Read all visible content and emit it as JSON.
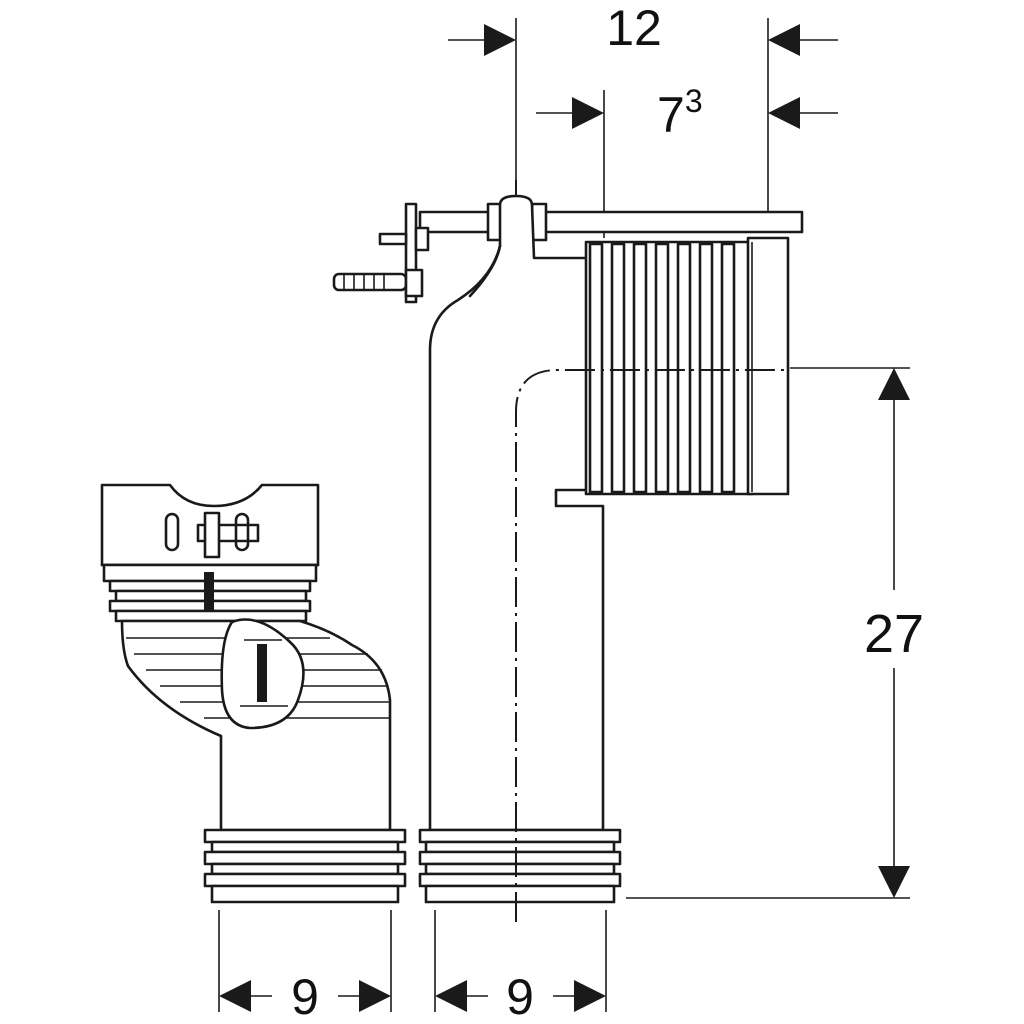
{
  "dimensions": {
    "top_width": "12",
    "inner_width_base": "7",
    "inner_width_sup": "3",
    "height": "27",
    "left_bottom": "9",
    "right_bottom": "9"
  }
}
